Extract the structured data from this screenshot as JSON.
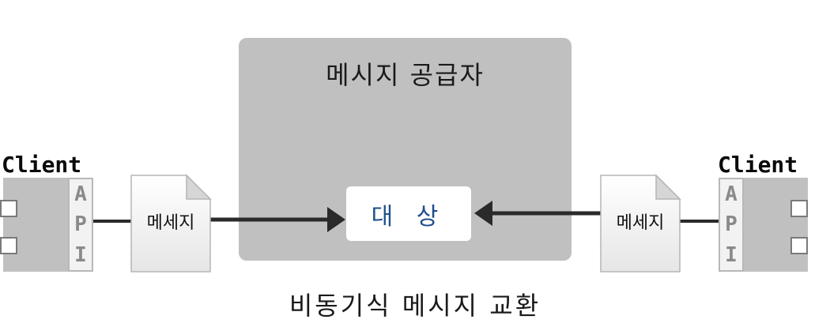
{
  "provider": {
    "title": "메시지 공급자",
    "target_label": "대 상"
  },
  "clients": [
    {
      "label": "Client",
      "api_letters": [
        "A",
        "P",
        "I"
      ]
    },
    {
      "label": "Client",
      "api_letters": [
        "A",
        "P",
        "I"
      ]
    }
  ],
  "messages": [
    {
      "label": "메세지"
    },
    {
      "label": "메세지"
    }
  ],
  "caption": "비동기식 메시지 교환",
  "colors": {
    "provider_bg": "#c0c0c0",
    "target_text": "#1f4e8c",
    "line": "#2a2a2a"
  }
}
